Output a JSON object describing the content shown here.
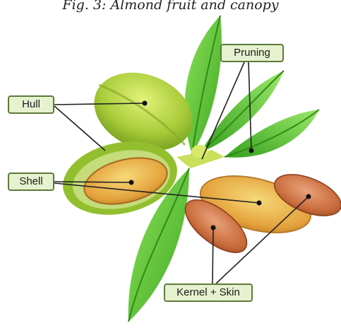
{
  "caption": "Fig. 3: Almond fruit and canopy",
  "labels": {
    "hull": "Hull",
    "shell": "Shell",
    "pruning": "Pruning",
    "kernel_skin": "Kernel + Skin"
  },
  "colors": {
    "leaf": "#4cbb2a",
    "leaf_light": "#8ee25a",
    "hull": "#a9cc3a",
    "shell": "#e3a23b",
    "kernel": "#c76a3a",
    "label_fill": "#e6f2cf",
    "label_border": "#5d7a3a",
    "leader_line": "#222222"
  }
}
